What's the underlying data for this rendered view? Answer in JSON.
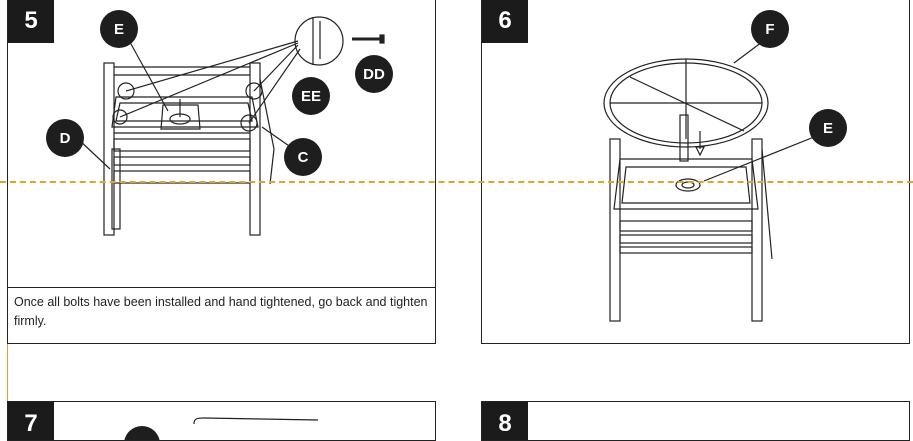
{
  "steps": [
    {
      "number": "5",
      "caption": "Once all bolts have been installed and hand tightened, go back and tighten firmly.",
      "callouts": {
        "e": "E",
        "d": "D",
        "c": "C",
        "ee": "EE",
        "dd": "DD"
      }
    },
    {
      "number": "6",
      "caption": "",
      "callouts": {
        "f": "F",
        "e": "E"
      }
    },
    {
      "number": "7"
    },
    {
      "number": "8"
    }
  ],
  "colors": {
    "guide_line": "#e3a229",
    "badge": "#1e1e1e",
    "step_tab": "#1b1b1b"
  }
}
